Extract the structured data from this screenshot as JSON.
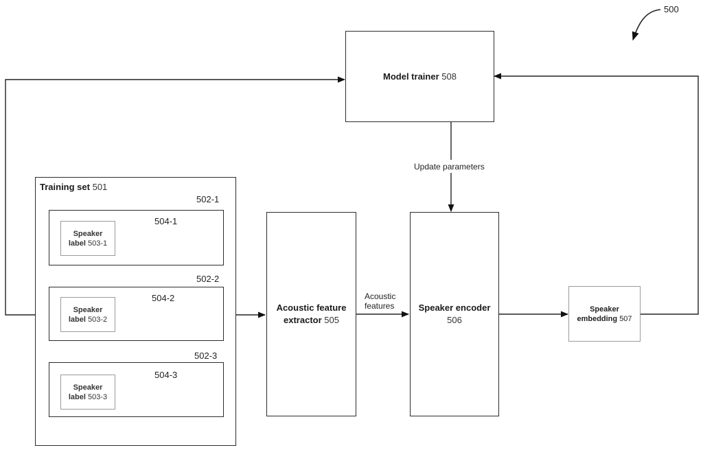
{
  "figure": {
    "ref": "500"
  },
  "model_trainer": {
    "name": "Model trainer",
    "ref": "508"
  },
  "update_label": "Update parameters",
  "training_set": {
    "name": "Training set",
    "ref": "501",
    "samples": [
      {
        "ref": "502-1",
        "label_name": "Speaker",
        "label_sub": "label",
        "label_ref": "503-1",
        "audio_ref": "504-1"
      },
      {
        "ref": "502-2",
        "label_name": "Speaker",
        "label_sub": "label",
        "label_ref": "503-2",
        "audio_ref": "504-2"
      },
      {
        "ref": "502-3",
        "label_name": "Speaker",
        "label_sub": "label",
        "label_ref": "503-3",
        "audio_ref": "504-3"
      }
    ]
  },
  "extractor": {
    "name_line1": "Acoustic feature",
    "name_line2": "extractor",
    "ref": "505"
  },
  "features_label": {
    "line1": "Acoustic",
    "line2": "features"
  },
  "encoder": {
    "name": "Speaker encoder",
    "ref": "506"
  },
  "embedding": {
    "name_line1": "Speaker",
    "name_line2": "embedding",
    "ref": "507"
  }
}
